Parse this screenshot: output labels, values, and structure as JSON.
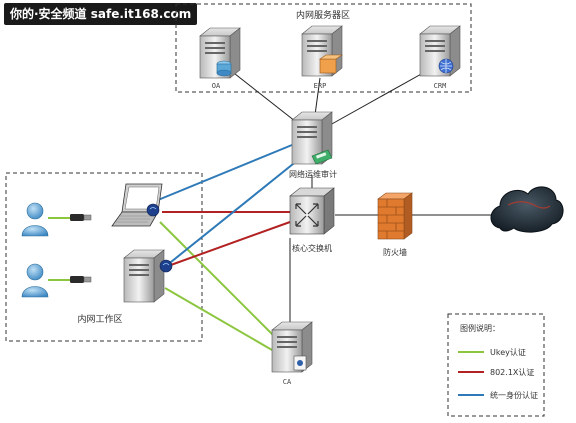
{
  "watermark": "你的·安全频道 safe.it168.com",
  "zones": {
    "server_zone": "内网服务器区",
    "work_zone": "内网工作区"
  },
  "nodes": {
    "oa": "OA",
    "erp": "ERP",
    "crm": "CRM",
    "audit": "网络运维审计",
    "core_switch": "核心交换机",
    "firewall": "防火墙",
    "ca": "CA"
  },
  "legend": {
    "title": "图例说明：",
    "items": [
      {
        "label": "Ukey认证",
        "color": "#8cc63f"
      },
      {
        "label": "802.1X认证",
        "color": "#b22222"
      },
      {
        "label": "统一身份认证",
        "color": "#2e7ab8"
      }
    ]
  },
  "colors": {
    "ukey": "#8cc63f",
    "dot1x": "#b22222",
    "identity": "#2e7ab8",
    "plain_link": "#222222",
    "firewall": "#e07a2e",
    "cloud": "#1f2a33"
  }
}
